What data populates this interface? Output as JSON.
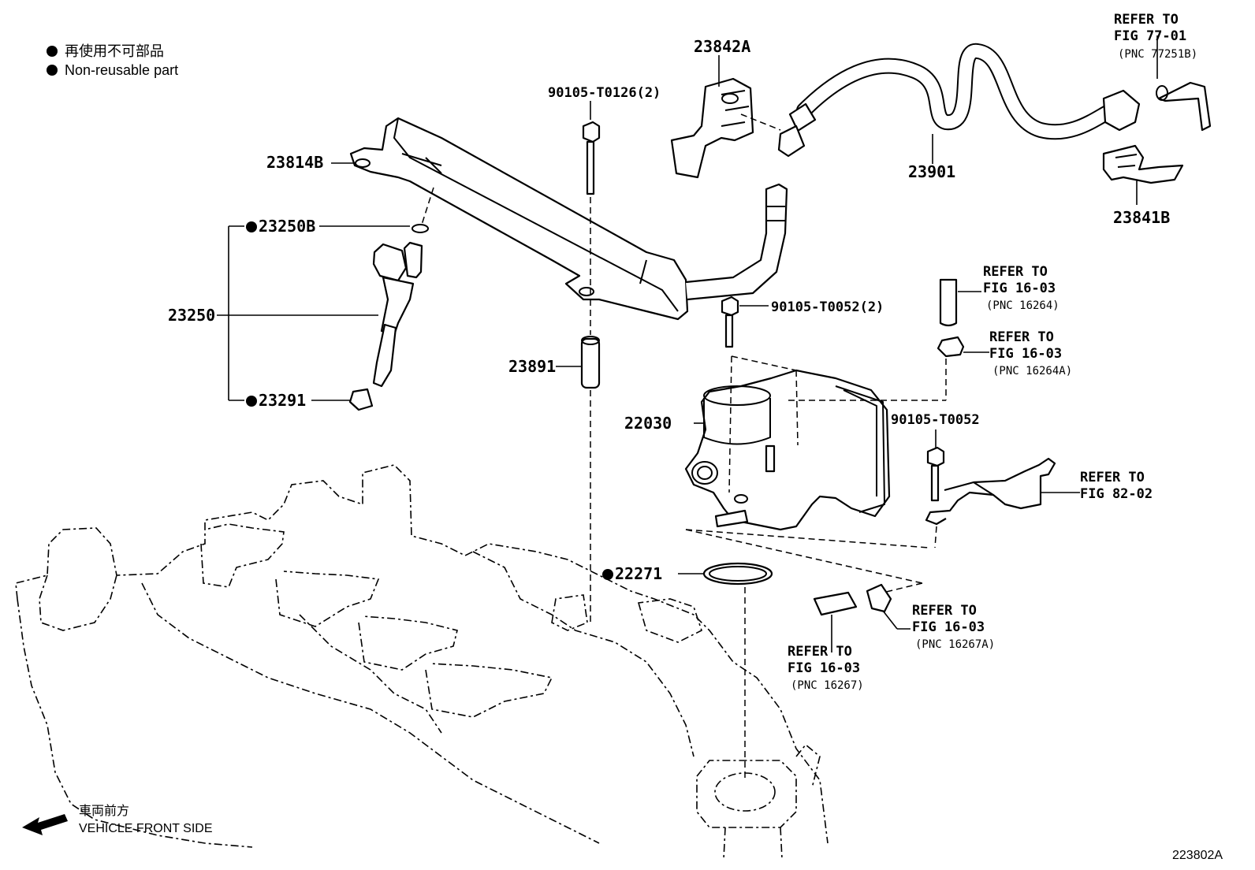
{
  "legend": {
    "jp": "再使用不可部品",
    "en": "Non-reusable part"
  },
  "front": {
    "jp": "車両前方",
    "en": "VEHICLE FRONT SIDE"
  },
  "figure_id": "223802A",
  "parts": {
    "p23842A": "23842A",
    "p90105_T0126": "90105-T0126(2)",
    "p23814B": "23814B",
    "p23250B": "23250B",
    "p23250": "23250",
    "p23291": "23291",
    "p23891": "23891",
    "p90105_T0052_2": "90105-T0052(2)",
    "p22030": "22030",
    "p22271": "22271",
    "p23901": "23901",
    "p23841B": "23841B",
    "p90105_T0052": "90105-T0052"
  },
  "refs": {
    "r77": {
      "l1": "REFER TO",
      "l2": "FIG 77-01",
      "l3": "(PNC 77251B)"
    },
    "r16264": {
      "l1": "REFER TO",
      "l2": "FIG 16-03",
      "l3": "(PNC 16264)"
    },
    "r16264A": {
      "l1": "REFER TO",
      "l2": "FIG 16-03",
      "l3": "(PNC 16264A)"
    },
    "r82": {
      "l1": "REFER TO",
      "l2": "FIG 82-02"
    },
    "r16267A": {
      "l1": "REFER TO",
      "l2": "FIG 16-03",
      "l3": "(PNC 16267A)"
    },
    "r16267": {
      "l1": "REFER TO",
      "l2": "FIG 16-03",
      "l3": "(PNC 16267)"
    }
  }
}
